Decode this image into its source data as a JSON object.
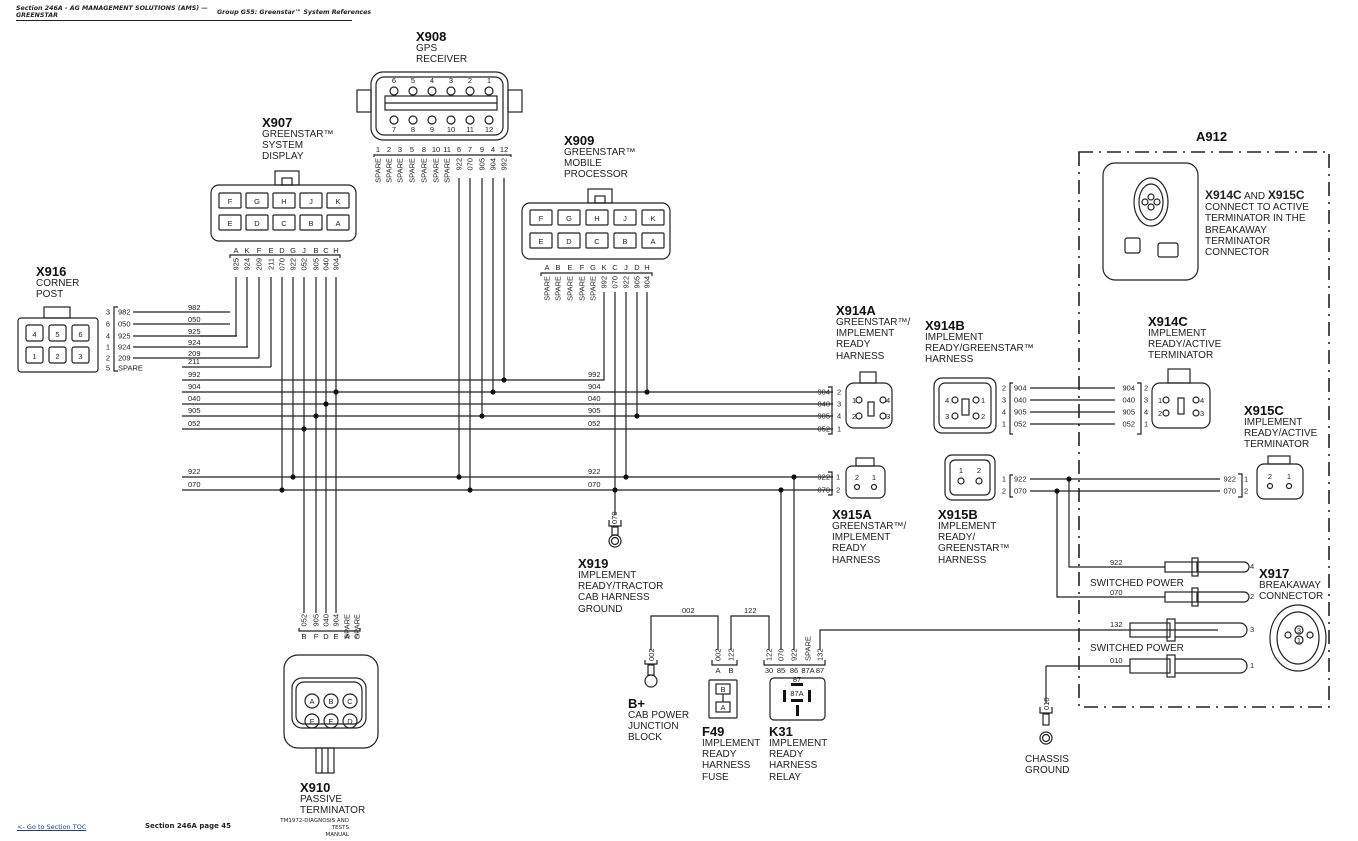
{
  "header": {
    "section_line1": "Section 246A - AG MANAGEMENT SOLUTIONS (AMS) —",
    "section_line2": "GREENSTAR",
    "group": "Group G55: Greenstar™ System References"
  },
  "footer": {
    "toc_link": "<- Go to Section TOC",
    "page": "Section 246A page 45",
    "manual_line1": "TM1972-DIAGNOSIS AND TESTS",
    "manual_line2": "MANUAL"
  },
  "components": {
    "x908": {
      "id": "X908",
      "lines": [
        "GPS",
        "RECEIVER"
      ],
      "pins_top": [
        "6",
        "5",
        "4",
        "3",
        "2",
        "1"
      ],
      "pins_bottom": [
        "7",
        "8",
        "9",
        "10",
        "11",
        "12"
      ],
      "pinout": [
        {
          "pin": "1",
          "wire": "SPARE"
        },
        {
          "pin": "2",
          "wire": "SPARE"
        },
        {
          "pin": "3",
          "wire": "SPARE"
        },
        {
          "pin": "5",
          "wire": "SPARE"
        },
        {
          "pin": "8",
          "wire": "SPARE"
        },
        {
          "pin": "10",
          "wire": "SPARE"
        },
        {
          "pin": "11",
          "wire": "SPARE"
        },
        {
          "pin": "6",
          "wire": "922"
        },
        {
          "pin": "7",
          "wire": "070"
        },
        {
          "pin": "9",
          "wire": "905"
        },
        {
          "pin": "4",
          "wire": "904"
        },
        {
          "pin": "12",
          "wire": "992"
        }
      ]
    },
    "x907": {
      "id": "X907",
      "lines": [
        "GREENSTAR™",
        "SYSTEM",
        "DISPLAY"
      ],
      "cavities_top": [
        "F",
        "G",
        "H",
        "J",
        "K"
      ],
      "cavities_bottom": [
        "E",
        "D",
        "C",
        "B",
        "A"
      ],
      "pinout": [
        {
          "pin": "A",
          "wire": "925"
        },
        {
          "pin": "K",
          "wire": "924"
        },
        {
          "pin": "F",
          "wire": "209"
        },
        {
          "pin": "E",
          "wire": "211"
        },
        {
          "pin": "D",
          "wire": "070"
        },
        {
          "pin": "G",
          "wire": "922"
        },
        {
          "pin": "J",
          "wire": "052"
        },
        {
          "pin": "B",
          "wire": "905"
        },
        {
          "pin": "C",
          "wire": "040"
        },
        {
          "pin": "H",
          "wire": "904"
        }
      ]
    },
    "x909": {
      "id": "X909",
      "lines": [
        "GREENSTAR™",
        "MOBILE",
        "PROCESSOR"
      ],
      "cavities_top": [
        "F",
        "G",
        "H",
        "J",
        "K"
      ],
      "cavities_bottom": [
        "E",
        "D",
        "C",
        "B",
        "A"
      ],
      "pinout": [
        {
          "pin": "A",
          "wire": "SPARE"
        },
        {
          "pin": "B",
          "wire": "SPARE"
        },
        {
          "pin": "E",
          "wire": "SPARE"
        },
        {
          "pin": "F",
          "wire": "SPARE"
        },
        {
          "pin": "G",
          "wire": "SPARE"
        },
        {
          "pin": "K",
          "wire": "992"
        },
        {
          "pin": "C",
          "wire": "070"
        },
        {
          "pin": "J",
          "wire": "922"
        },
        {
          "pin": "D",
          "wire": "905"
        },
        {
          "pin": "H",
          "wire": "904"
        }
      ]
    },
    "x916": {
      "id": "X916",
      "lines": [
        "CORNER",
        "POST"
      ],
      "cavities_top": [
        "4",
        "5",
        "6"
      ],
      "cavities_bottom": [
        "1",
        "2",
        "3"
      ],
      "pinout": [
        {
          "pin": "3",
          "wire": "982"
        },
        {
          "pin": "6",
          "wire": "050"
        },
        {
          "pin": "4",
          "wire": "925"
        },
        {
          "pin": "1",
          "wire": "924"
        },
        {
          "pin": "2",
          "wire": "209"
        },
        {
          "pin": "5",
          "wire": "SPARE"
        }
      ]
    },
    "x914a": {
      "id": "X914A",
      "lines": [
        "GREENSTAR™/",
        "IMPLEMENT",
        "READY",
        "HARNESS"
      ],
      "pinout": [
        {
          "pin": "2",
          "wire": "904"
        },
        {
          "pin": "3",
          "wire": "040"
        },
        {
          "pin": "4",
          "wire": "905"
        },
        {
          "pin": "1",
          "wire": "052"
        }
      ]
    },
    "x914b": {
      "id": "X914B",
      "lines": [
        "IMPLEMENT",
        "READY/GREENSTAR™",
        "HARNESS"
      ],
      "pinout": [
        {
          "pin": "2",
          "wire": "904"
        },
        {
          "pin": "3",
          "wire": "040"
        },
        {
          "pin": "4",
          "wire": "905"
        },
        {
          "pin": "1",
          "wire": "052"
        }
      ]
    },
    "x914c": {
      "id": "X914C",
      "lines": [
        "IMPLEMENT",
        "READY/ACTIVE",
        "TERMINATOR"
      ],
      "pinout": [
        {
          "pin": "2",
          "wire": "904"
        },
        {
          "pin": "3",
          "wire": "040"
        },
        {
          "pin": "4",
          "wire": "905"
        },
        {
          "pin": "1",
          "wire": "052"
        }
      ]
    },
    "x915a": {
      "id": "X915A",
      "lines": [
        "GREENSTAR™/",
        "IMPLEMENT",
        "READY",
        "HARNESS"
      ],
      "pinout": [
        {
          "pin": "1",
          "wire": "922"
        },
        {
          "pin": "2",
          "wire": "070"
        }
      ]
    },
    "x915b": {
      "id": "X915B",
      "lines": [
        "IMPLEMENT",
        "READY/",
        "GREENSTAR™",
        "HARNESS"
      ],
      "pinout": [
        {
          "pin": "1",
          "wire": "922"
        },
        {
          "pin": "2",
          "wire": "070"
        }
      ]
    },
    "x915c": {
      "id": "X915C",
      "lines": [
        "IMPLEMENT",
        "READY/ACTIVE",
        "TERMINATOR"
      ],
      "pinout": [
        {
          "pin": "1",
          "wire": "922"
        },
        {
          "pin": "2",
          "wire": "070"
        }
      ]
    },
    "a912": {
      "id": "A912",
      "note_id": "X914C",
      "note_and": "AND",
      "note_id2": "X915C",
      "note_lines": [
        "CONNECT TO ACTIVE",
        "TERMINATOR IN THE",
        "BREAKAWAY",
        "TERMINATOR",
        "CONNECTOR"
      ]
    },
    "x917": {
      "id": "X917",
      "lines": [
        "BREAKAWAY",
        "CONNECTOR"
      ],
      "pinout": [
        {
          "pin": "4",
          "wire": "922"
        },
        {
          "pin": "2",
          "wire": "070"
        },
        {
          "pin": "3",
          "wire": "132"
        },
        {
          "pin": "1",
          "wire": "010"
        }
      ],
      "switched_power": "SWITCHED POWER"
    },
    "x919": {
      "id": "X919",
      "lines": [
        "IMPLEMENT",
        "READY/TRACTOR",
        "CAB HARNESS",
        "GROUND"
      ],
      "wire": "070"
    },
    "x910": {
      "id": "X910",
      "lines": [
        "PASSIVE",
        "TERMINATOR"
      ],
      "cavities_top": [
        "A",
        "B",
        "C"
      ],
      "cavities_bottom": [
        "F",
        "E",
        "D"
      ],
      "pinout": [
        {
          "pin": "B",
          "wire": "052"
        },
        {
          "pin": "F",
          "wire": "905"
        },
        {
          "pin": "D",
          "wire": "040"
        },
        {
          "pin": "E",
          "wire": "904"
        },
        {
          "pin": "A",
          "wire": "SPARE"
        },
        {
          "pin": "C",
          "wire": "SPARE"
        }
      ]
    },
    "bplus": {
      "id": "B+",
      "lines": [
        "CAB POWER",
        "JUNCTION",
        "BLOCK"
      ],
      "wire": "002"
    },
    "f49": {
      "id": "F49",
      "lines": [
        "IMPLEMENT",
        "READY",
        "HARNESS",
        "FUSE"
      ],
      "pinout": [
        {
          "pin": "A",
          "wire": "002"
        },
        {
          "pin": "B",
          "wire": "122"
        }
      ]
    },
    "k31": {
      "id": "K31",
      "lines": [
        "IMPLEMENT",
        "READY",
        "HARNESS",
        "RELAY"
      ],
      "pinout": [
        {
          "pin": "30",
          "wire": "122"
        },
        {
          "pin": "85",
          "wire": "070"
        },
        {
          "pin": "86",
          "wire": "922"
        },
        {
          "pin": "87A",
          "wire": "SPARE"
        },
        {
          "pin": "87",
          "wire": "132"
        }
      ],
      "terminals": [
        "87",
        "87A",
        "85",
        "86",
        "30"
      ]
    },
    "chassis_ground": {
      "lines": [
        "CHASSIS",
        "GROUND"
      ],
      "wire": "010"
    }
  },
  "bus_wires": [
    "211",
    "992",
    "904",
    "040",
    "905",
    "052",
    "922",
    "070"
  ],
  "jumpers": [
    "982",
    "050",
    "925",
    "924",
    "209",
    "002",
    "122"
  ]
}
